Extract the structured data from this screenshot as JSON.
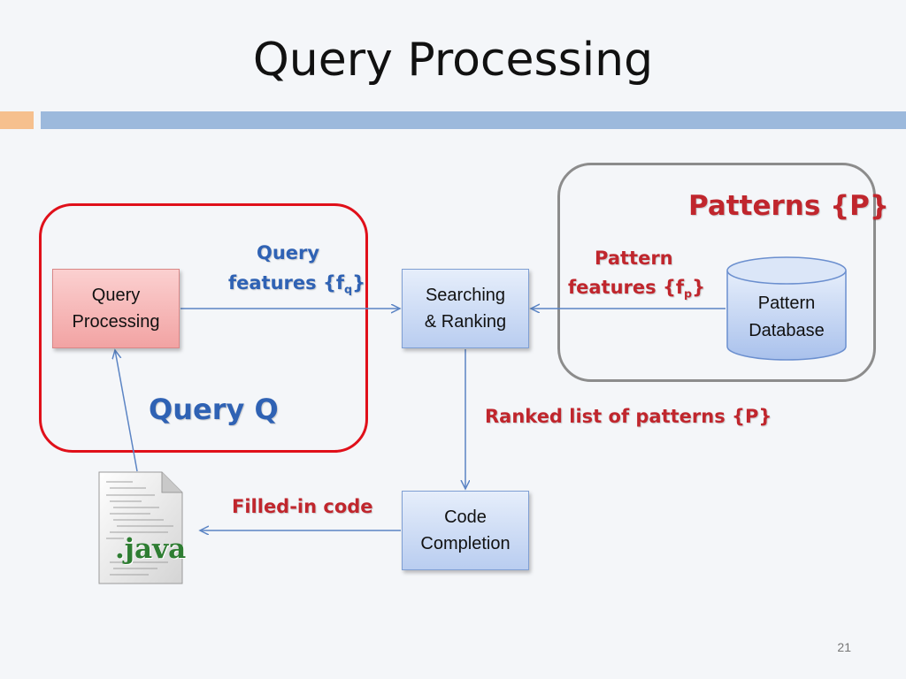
{
  "slide": {
    "title": "Query Processing",
    "page_number": "21"
  },
  "diagram": {
    "boxes": {
      "query_processing": [
        "Query",
        "Processing"
      ],
      "searching_ranking": [
        "Searching",
        "& Ranking"
      ],
      "code_completion": [
        "Code",
        "Completion"
      ],
      "pattern_database": [
        "Pattern",
        "Database"
      ]
    },
    "labels": {
      "query_features_line1": "Query",
      "query_features_line2": "features {f",
      "query_features_sub": "q",
      "query_features_close": "}",
      "pattern_features_line1": "Pattern",
      "pattern_features_line2": "features {f",
      "pattern_features_sub": "p",
      "pattern_features_close": "}",
      "query_q": "Query Q",
      "patterns_p": "Patterns {P}",
      "ranked_list": "Ranked list of patterns {P}",
      "filled_in_code": "Filled-in code"
    },
    "file_icon_label": ".java",
    "colors": {
      "query_region_border": "#e0101a",
      "patterns_region_border": "#8c8c8c",
      "blue_label": "#2f62b4",
      "red_label": "#c0262d",
      "arrow": "#5b84c4"
    }
  }
}
